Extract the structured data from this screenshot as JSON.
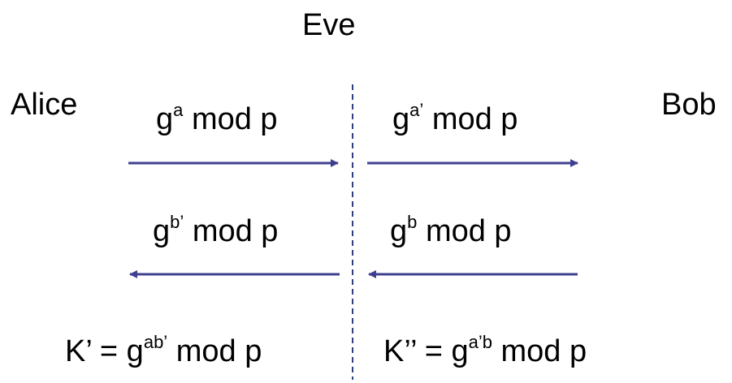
{
  "parties": {
    "eve": "Eve",
    "alice": "Alice",
    "bob": "Bob"
  },
  "messages": {
    "alice_to_eve": {
      "base": "g",
      "exp": "a",
      "rest": " mod p"
    },
    "eve_to_bob": {
      "base": "g",
      "exp": "a’",
      "rest": " mod p"
    },
    "eve_to_alice": {
      "base": "g",
      "exp": "b’",
      "rest": " mod p"
    },
    "bob_to_eve": {
      "base": "g",
      "exp": "b",
      "rest": " mod p"
    }
  },
  "keys": {
    "alice_key": {
      "prefix": "K’ = g",
      "exp": "ab’",
      "rest": " mod p"
    },
    "bob_key": {
      "prefix": "K’’ = g",
      "exp": "a’b",
      "rest": " mod p"
    }
  },
  "colors": {
    "arrow": "#3f3f8f",
    "divider": "#2f3f7f"
  }
}
